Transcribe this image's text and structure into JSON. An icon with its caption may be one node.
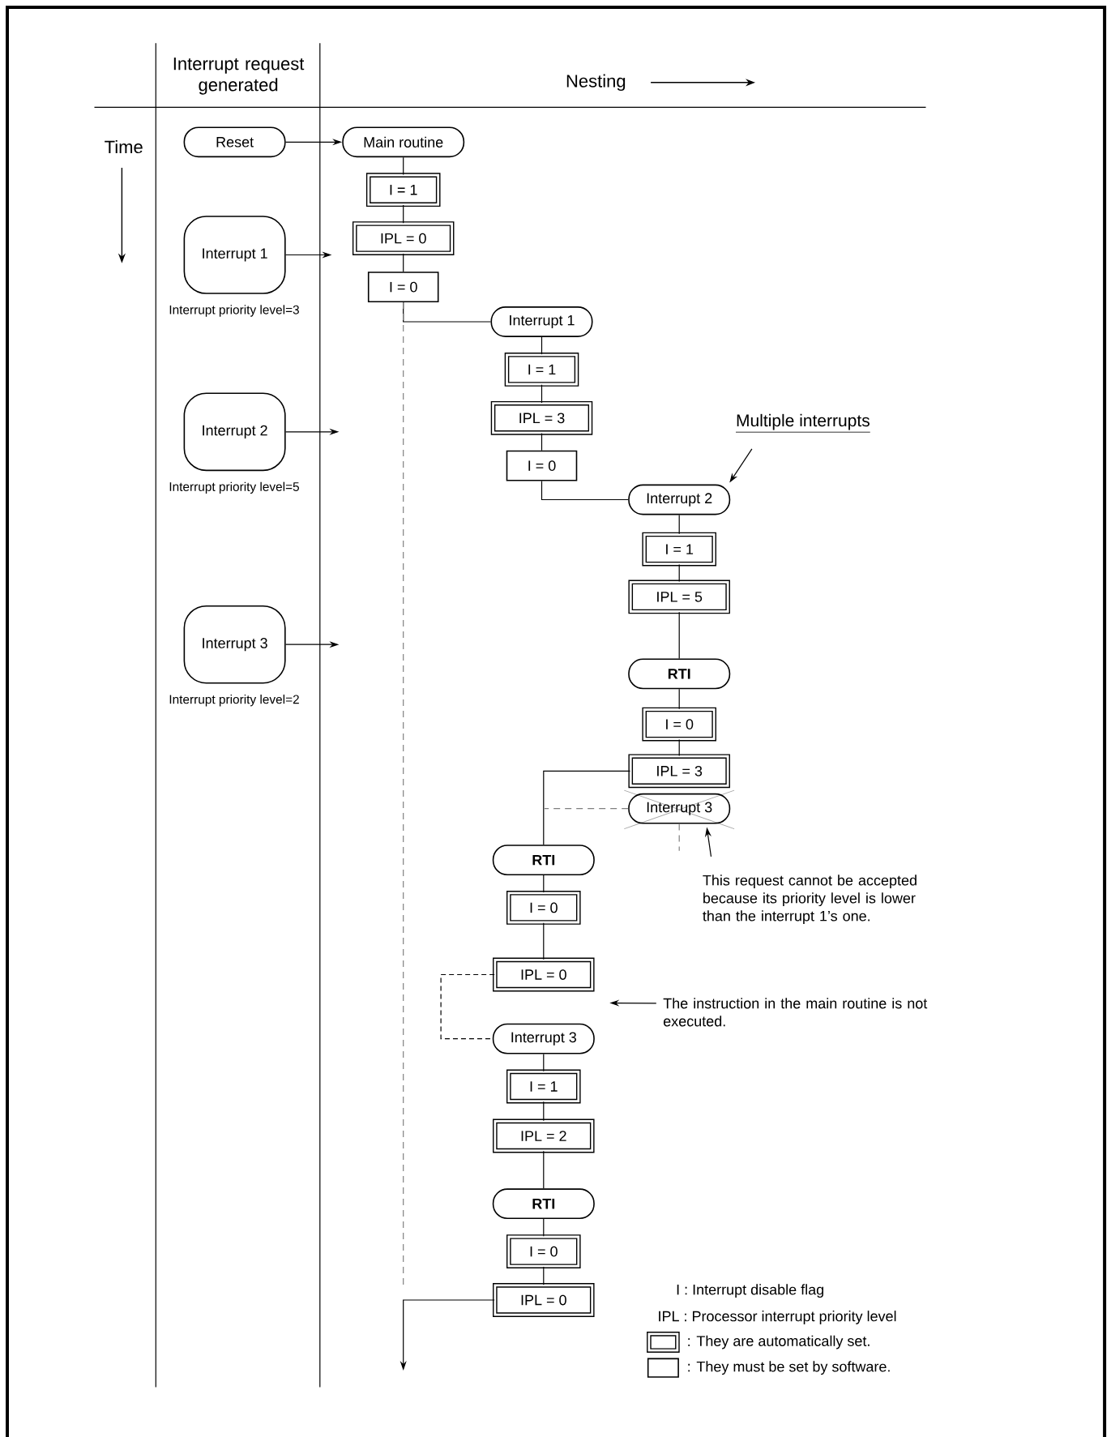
{
  "diagram": {
    "nodes": [
      {
        "text": [
          "Reset"
        ]
      },
      {
        "text": [
          "Main routine"
        ]
      },
      {
        "text": [
          "I = 1"
        ]
      },
      {
        "text": [
          "IPL = 0"
        ]
      },
      {
        "text": [
          "Interrupt 1"
        ],
        "beside": [
          "Interrupt priority level=3"
        ]
      },
      {
        "text": [
          "I = 0"
        ]
      },
      {
        "text": [
          "Interrupt 1"
        ]
      },
      {
        "text": [
          "I = 1"
        ]
      },
      {
        "text": [
          "IPL = 3"
        ]
      },
      {
        "text": [
          "Interrupt 2"
        ],
        "beside": [
          "Interrupt priority level=5"
        ]
      },
      {
        "text": [
          "Multiple interrupts"
        ]
      },
      {
        "text": [
          "I = 0"
        ]
      },
      {
        "text": [
          "Interrupt 2"
        ]
      },
      {
        "text": [
          "I = 1"
        ]
      },
      {
        "text": [
          "IPL = 5"
        ]
      },
      {
        "text": [
          "Interrupt 3"
        ],
        "beside": [
          "Interrupt priority level=2"
        ]
      },
      {
        "text": [
          "RTI"
        ]
      },
      {
        "text": [
          "I = 0"
        ]
      },
      {
        "text": [
          "IPL = 3"
        ]
      },
      {
        "text": [
          "Interrupt 3"
        ]
      },
      {
        "text": [
          "RTI"
        ]
      },
      {
        "text": [
          "This request cannot be accepted because its priority level is lower than the interrupt 1’s one."
        ]
      },
      {
        "text": [
          "I = 0"
        ]
      },
      {
        "text": [
          "IPL = 0"
        ]
      },
      {
        "text": [
          "The instruction in the main routine is not executed."
        ]
      },
      {
        "text": [
          "Interrupt 3"
        ]
      },
      {
        "text": [
          "I = 1"
        ]
      },
      {
        "text": [
          "IPL = 2"
        ]
      },
      {
        "text": [
          "RTI"
        ]
      },
      {
        "text": [
          "I = 0"
        ]
      },
      {
        "text": [
          "IPL = 0"
        ]
      }
    ],
    "edges": [
      {
        "from": 0,
        "to": 1,
        "arrow": "to"
      },
      {
        "from": 1,
        "to": 2,
        "arrow": "none"
      },
      {
        "from": 2,
        "to": 3,
        "arrow": "none"
      },
      {
        "from": 3,
        "to": 5,
        "arrow": "none"
      },
      {
        "from": 5,
        "to": 6,
        "arrow": "none"
      },
      {
        "from": 4,
        "to": null,
        "arrow": "to"
      },
      {
        "from": 9,
        "to": null,
        "arrow": "to"
      },
      {
        "from": 15,
        "to": null,
        "arrow": "to"
      },
      {
        "from": 5,
        "to": null,
        "arrow": "none",
        "style": "dashed",
        "color": "#808080"
      },
      {
        "from": 6,
        "to": 7,
        "arrow": "none"
      },
      {
        "from": 7,
        "to": 8,
        "arrow": "none"
      },
      {
        "from": 8,
        "to": 11,
        "arrow": "none"
      },
      {
        "from": 11,
        "to": 12,
        "arrow": "none"
      },
      {
        "from": 10,
        "to": 12,
        "arrow": "to"
      },
      {
        "from": 12,
        "to": 13,
        "arrow": "none"
      },
      {
        "from": 13,
        "to": 14,
        "arrow": "none"
      },
      {
        "from": 14,
        "to": 16,
        "arrow": "none"
      },
      {
        "from": 16,
        "to": 17,
        "arrow": "none"
      },
      {
        "from": 17,
        "to": 18,
        "arrow": "none"
      },
      {
        "from": 18,
        "to": 20,
        "arrow": "none"
      },
      {
        "from": 19,
        "to": null,
        "arrow": "none",
        "style": "dashed",
        "color": "#808080"
      },
      {
        "from": 19,
        "to": null,
        "arrow": "none",
        "style": "dashed",
        "color": "#808080"
      },
      {
        "from": 21,
        "to": 19,
        "arrow": "to"
      },
      {
        "from": 20,
        "to": 22,
        "arrow": "none"
      },
      {
        "from": 22,
        "to": 23,
        "arrow": "none"
      },
      {
        "from": 23,
        "to": 25,
        "arrow": "none",
        "style": "dashed"
      },
      {
        "from": 24,
        "to": null,
        "arrow": "to"
      },
      {
        "from": 25,
        "to": 26,
        "arrow": "none"
      },
      {
        "from": 26,
        "to": 27,
        "arrow": "none"
      },
      {
        "from": 27,
        "to": 28,
        "arrow": "none"
      },
      {
        "from": 28,
        "to": 29,
        "arrow": "none"
      },
      {
        "from": 29,
        "to": 30,
        "arrow": "none"
      },
      {
        "from": 30,
        "to": null,
        "arrow": "to"
      }
    ],
    "labels": [
      "Interrupt request generated",
      "Nesting",
      "Time",
      "I : Interrupt disable flag",
      "IPL : Processor interrupt priority level"
    ],
    "legend": [
      {
        "text": ": They are automatically set."
      },
      {
        "text": ": They must be set by software."
      }
    ]
  }
}
